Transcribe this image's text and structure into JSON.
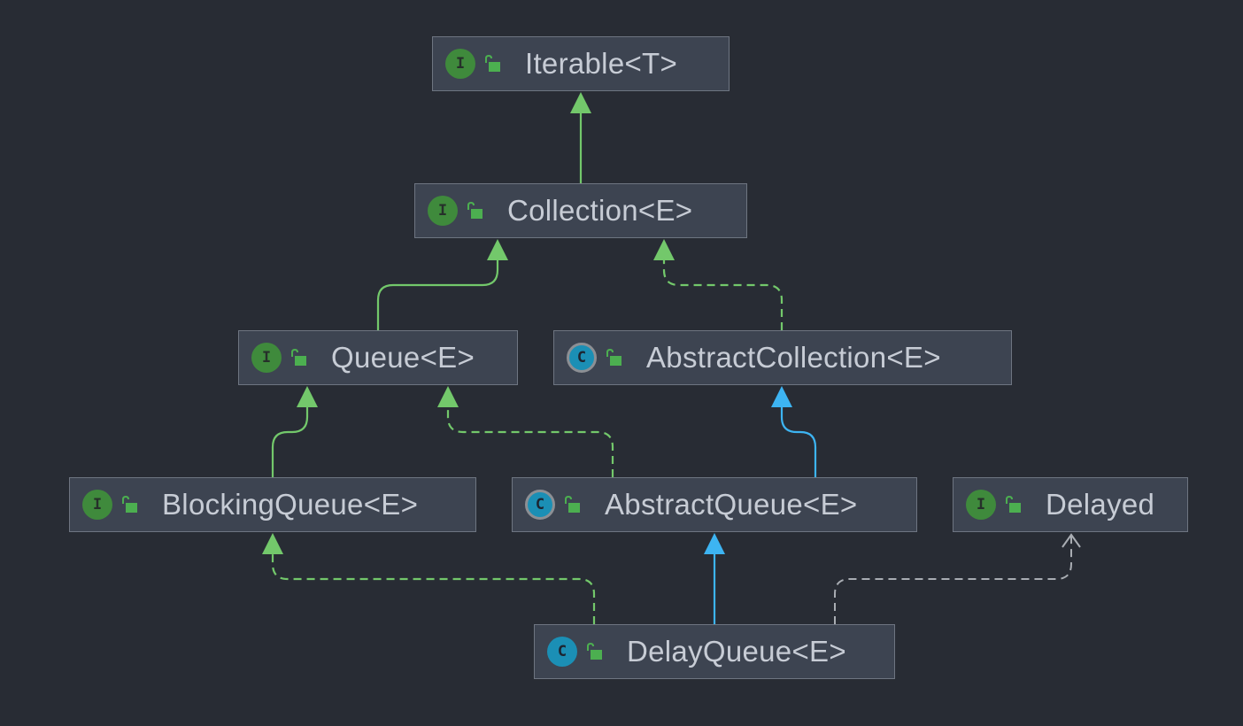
{
  "colors": {
    "background": "#282c34",
    "node_fill": "#3d4451",
    "node_border": "#6e7581",
    "label": "#c7ccd5",
    "extends_interface": "#73c86b",
    "extends_class": "#3db4f2",
    "implements": "#73c86b",
    "implements_other": "#a9adb3"
  },
  "nodes": {
    "iterable": {
      "label": "Iterable<T>",
      "kind": "interface",
      "icon_letter": "I"
    },
    "collection": {
      "label": "Collection<E>",
      "kind": "interface",
      "icon_letter": "I"
    },
    "queue": {
      "label": "Queue<E>",
      "kind": "interface",
      "icon_letter": "I"
    },
    "abstract_collection": {
      "label": "AbstractCollection<E>",
      "kind": "abstract-class",
      "icon_letter": "C"
    },
    "blocking_queue": {
      "label": "BlockingQueue<E>",
      "kind": "interface",
      "icon_letter": "I"
    },
    "abstract_queue": {
      "label": "AbstractQueue<E>",
      "kind": "abstract-class",
      "icon_letter": "C"
    },
    "delayed": {
      "label": "Delayed",
      "kind": "interface",
      "icon_letter": "I"
    },
    "delay_queue": {
      "label": "DelayQueue<E>",
      "kind": "class",
      "icon_letter": "C"
    }
  },
  "edges": [
    {
      "from": "collection",
      "to": "iterable",
      "type": "extends"
    },
    {
      "from": "queue",
      "to": "collection",
      "type": "extends"
    },
    {
      "from": "abstract_collection",
      "to": "collection",
      "type": "implements"
    },
    {
      "from": "blocking_queue",
      "to": "queue",
      "type": "extends"
    },
    {
      "from": "abstract_queue",
      "to": "queue",
      "type": "implements"
    },
    {
      "from": "abstract_queue",
      "to": "abstract_collection",
      "type": "extends-class"
    },
    {
      "from": "delay_queue",
      "to": "blocking_queue",
      "type": "implements"
    },
    {
      "from": "delay_queue",
      "to": "abstract_queue",
      "type": "extends-class"
    },
    {
      "from": "delay_queue",
      "to": "delayed",
      "type": "implements-other"
    }
  ]
}
